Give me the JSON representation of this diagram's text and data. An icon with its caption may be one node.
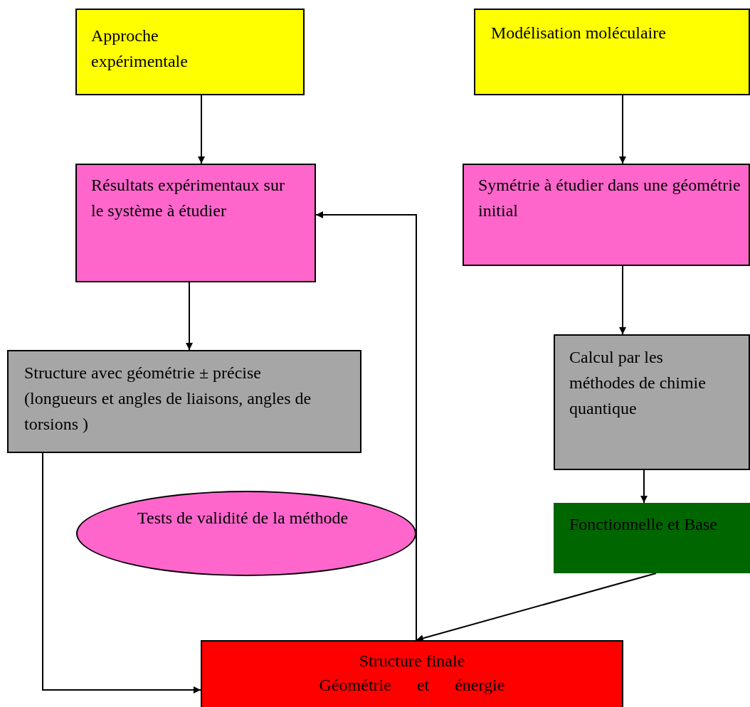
{
  "diagram": {
    "nodes": [
      {
        "text": [
          "Approche expérimentale"
        ]
      },
      {
        "text": [
          "Modélisation moléculaire"
        ]
      },
      {
        "text": [
          "Résultats expérimentaux sur le système à étudier"
        ]
      },
      {
        "text": [
          "Symétrie à étudier dans une géométrie initial"
        ]
      },
      {
        "text": [
          "Structure avec géométrie ± précise (longueurs et angles de liaisons, angles de torsions )"
        ]
      },
      {
        "text": [
          "Calcul par les méthodes de chimie quantique"
        ]
      },
      {
        "text": [
          "Tests de validité de la méthode"
        ]
      },
      {
        "text": [
          "Fonctionnelle et Base"
        ]
      },
      {
        "text": [
          "Structure finale",
          "Géométrie et énergie"
        ]
      }
    ],
    "edges": [
      {
        "from": 0,
        "to": 2,
        "arrow": "to"
      },
      {
        "from": 1,
        "to": 3,
        "arrow": "to"
      },
      {
        "from": 2,
        "to": 4,
        "arrow": "to"
      },
      {
        "from": 3,
        "to": 5,
        "arrow": "to"
      },
      {
        "from": 5,
        "to": 7,
        "arrow": "to"
      },
      {
        "from": 7,
        "to": 8,
        "arrow": "to"
      },
      {
        "from": 4,
        "to": 8,
        "arrow": "to"
      },
      {
        "from": 8,
        "to": 2,
        "arrow": "to"
      }
    ]
  }
}
